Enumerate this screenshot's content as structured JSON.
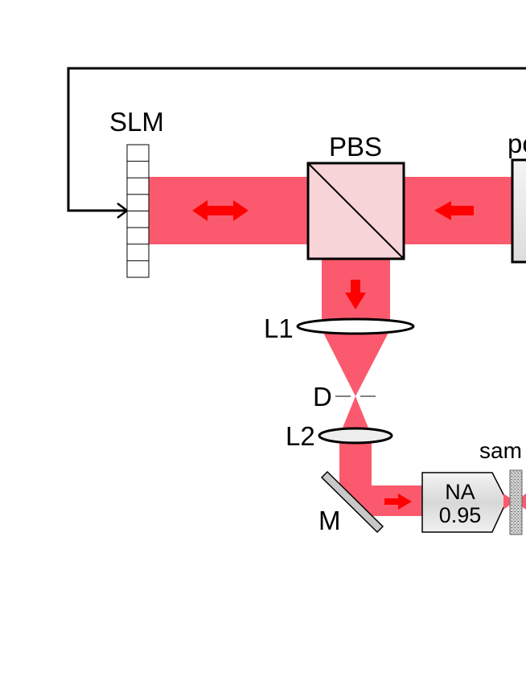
{
  "labels": {
    "slm": "SLM",
    "pbs": "PBS",
    "pol_partial": "po",
    "l1": "L1",
    "d": "D",
    "l2": "L2",
    "m": "M",
    "sample_partial": "sam",
    "objective_na_label": "NA",
    "objective_na_value": "0.95"
  },
  "colors": {
    "beam": "#fb5a6e",
    "arrow": "#ff0000",
    "line": "#000000",
    "mirror": "#c8c8c8",
    "pbs_fill": "#f6d4d8"
  }
}
